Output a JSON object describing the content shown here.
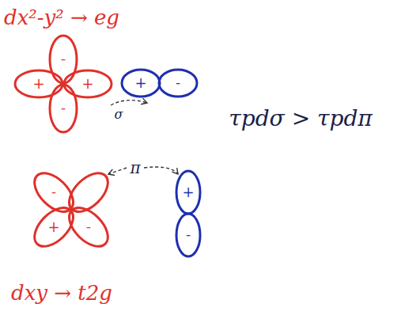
{
  "diagram": {
    "labels": [
      "dx²-y² → eg",
      "-",
      "+",
      "+",
      "-",
      "+",
      "-",
      "σ",
      "π",
      "τpdσ > τpdπ",
      "-",
      "+",
      "-",
      "+",
      "-",
      "dxy → t2g"
    ]
  }
}
